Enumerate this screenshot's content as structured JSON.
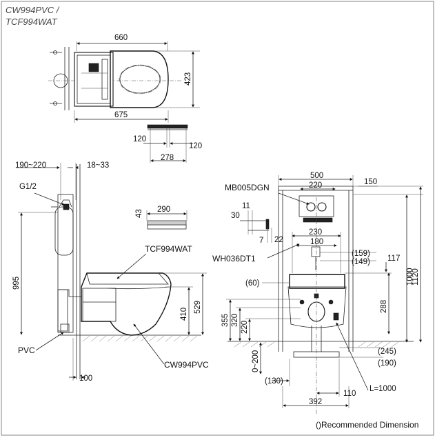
{
  "title": {
    "line1": "CW994PVC /",
    "line2": "TCF994WAT"
  },
  "footer": {
    "note": "()Recommended Dimension"
  },
  "top_view": {
    "d660": "660",
    "d675": "675",
    "d423": "423"
  },
  "button_view": {
    "d120a": "120",
    "d120b": "120",
    "d278": "278"
  },
  "side_view": {
    "d190_220": "190~220",
    "d18_33": "18~33",
    "g12": "G1/2",
    "d995": "995",
    "d43": "43",
    "d290": "290",
    "tcf": "TCF994WAT",
    "d410": "410",
    "d529": "529",
    "pvc": "PVC",
    "d100": "100",
    "cw": "CW994PVC"
  },
  "front_view": {
    "d500": "500",
    "d220": "220",
    "d150": "150",
    "mb": "MB005DGN",
    "d11": "11",
    "d30": "30",
    "d7": "7",
    "d22": "22",
    "d230": "230",
    "d180": "180",
    "wh": "WH036DT1",
    "d159": "(159)",
    "d149": "(149)",
    "d117": "117",
    "d1000": "1000",
    "d1120": "1120",
    "d60": "(60)",
    "d288": "288",
    "d355": "355",
    "d320": "320",
    "d220b": "220",
    "d0_200": "0~200",
    "d245": "(245)",
    "d190": "(190)",
    "d130": "(130)",
    "d110": "110",
    "d392": "392",
    "l1000": "L=1000"
  }
}
